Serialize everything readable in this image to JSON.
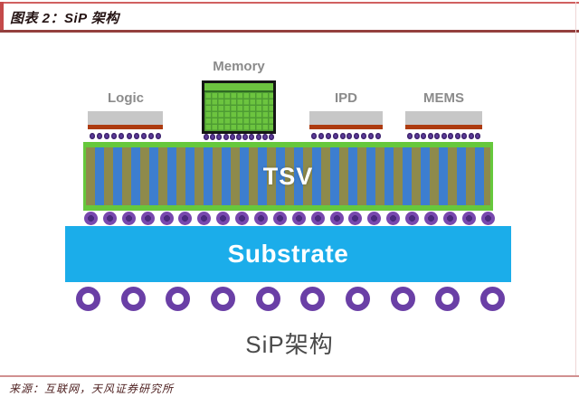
{
  "figure": {
    "title": "图表 2：SiP 架构",
    "caption": "SiP架构",
    "source": "来源：互联网，天风证券研究所"
  },
  "diagram": {
    "interposer": {
      "label": "TSV",
      "frame_color": "#66c83c",
      "body_color": "#8e8a4b",
      "via_color": "#3d7ecf"
    },
    "substrate": {
      "label": "Substrate",
      "color": "#1badea"
    },
    "chips": [
      {
        "label": "Logic",
        "kind": "die",
        "bump_count": 10
      },
      {
        "label": "Memory",
        "kind": "memory-die",
        "bump_count": 11
      },
      {
        "label": "IPD",
        "kind": "die",
        "bump_count": 10
      },
      {
        "label": "MEMS",
        "kind": "die",
        "bump_count": 11
      }
    ],
    "c4_bump_count": 22,
    "solder_ball_count": 10,
    "colors": {
      "chip_body": "#c7c7c7",
      "chip_pad": "#ad3b10",
      "memory_green": "#6cc43f",
      "ball_purple": "#6a3fa6",
      "label_gray": "#8b8b8b"
    }
  }
}
